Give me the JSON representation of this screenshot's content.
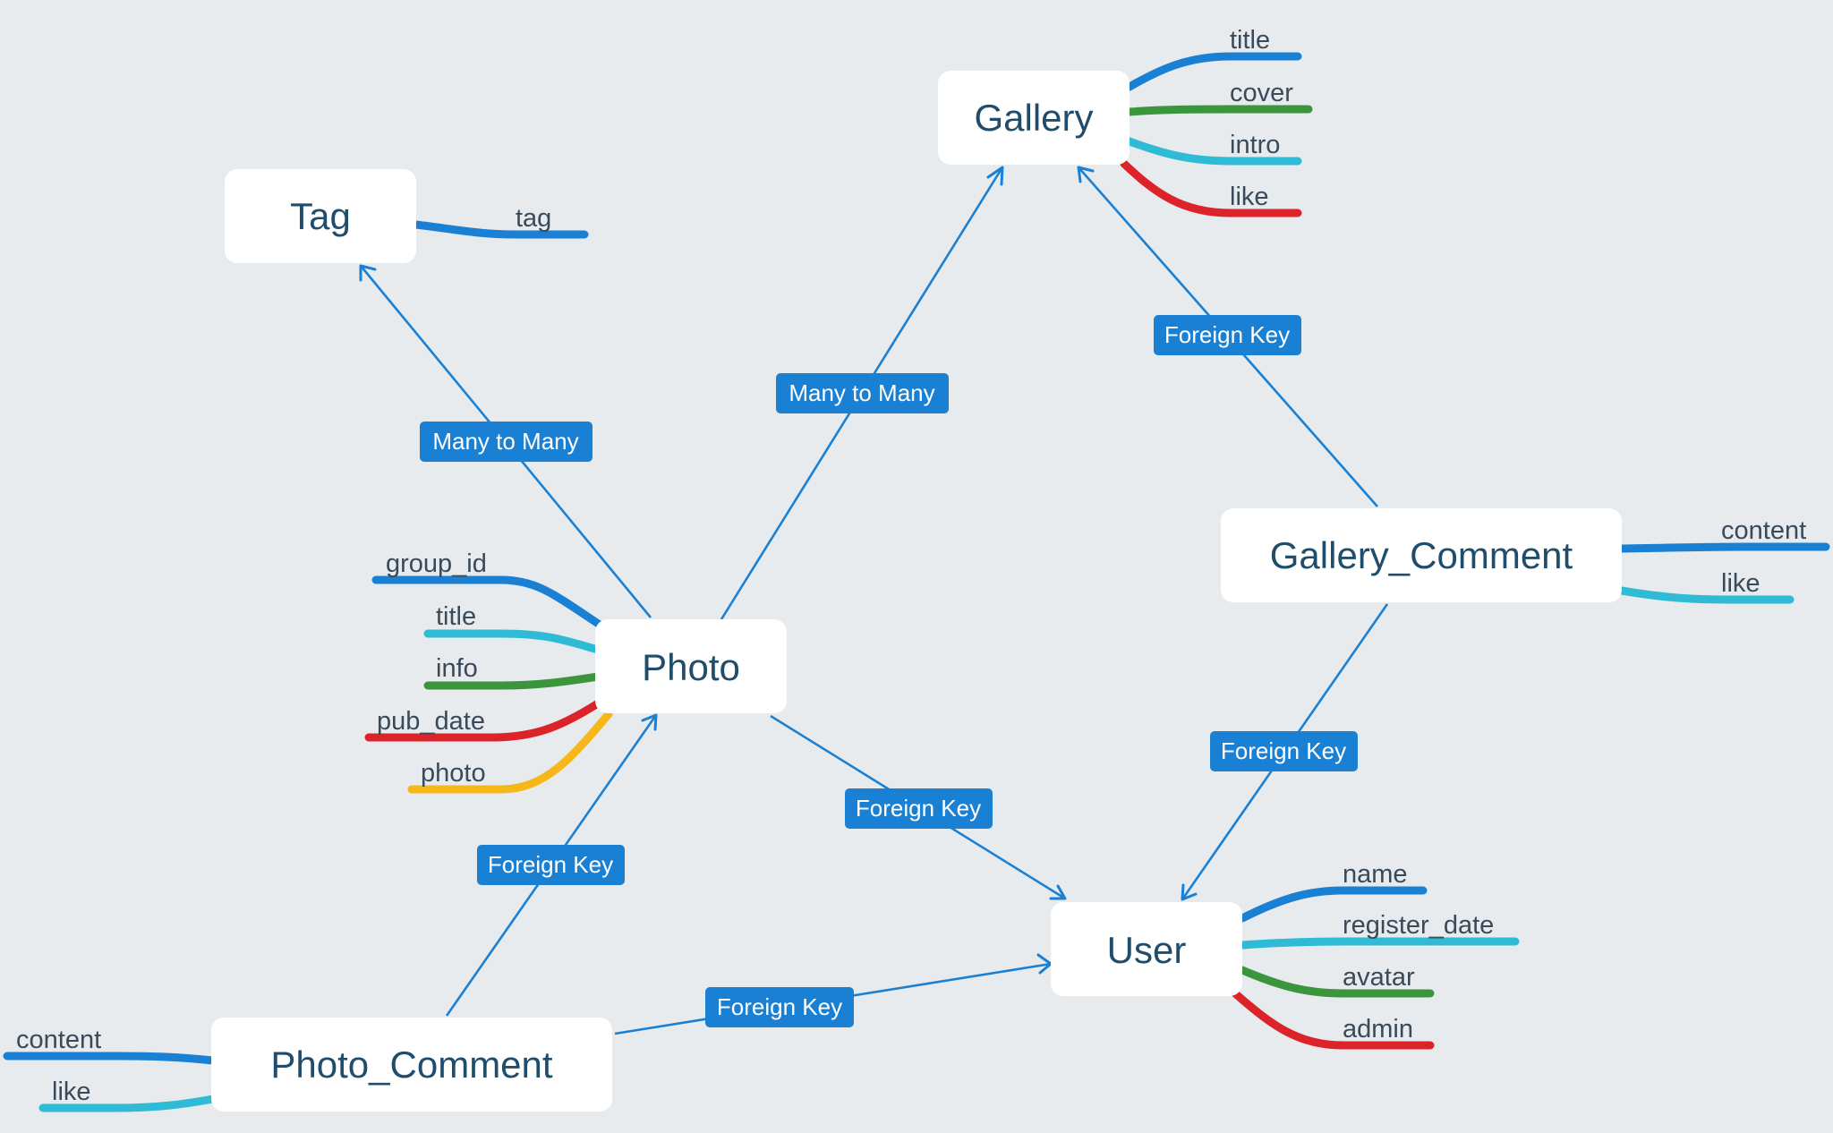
{
  "colors": {
    "background": "#e8ebee",
    "node_fill": "#ffffff",
    "node_text": "#1f4d6b",
    "edge": "#1a80d4",
    "label_fill": "#1a80d4",
    "field_blue": "#1a80d4",
    "field_cyan": "#2fbad6",
    "field_green": "#3a953c",
    "field_red": "#dd232a",
    "field_yellow": "#f7b718"
  },
  "nodes": {
    "gallery": {
      "label": "Gallery",
      "fields": [
        {
          "name": "title",
          "color": "#1a80d4"
        },
        {
          "name": "cover",
          "color": "#3a953c"
        },
        {
          "name": "intro",
          "color": "#2fbad6"
        },
        {
          "name": "like",
          "color": "#dd232a"
        }
      ]
    },
    "tag": {
      "label": "Tag",
      "fields": [
        {
          "name": "tag",
          "color": "#1a80d4"
        }
      ]
    },
    "photo": {
      "label": "Photo",
      "fields": [
        {
          "name": "group_id",
          "color": "#1a80d4"
        },
        {
          "name": "title",
          "color": "#2fbad6"
        },
        {
          "name": "info",
          "color": "#3a953c"
        },
        {
          "name": "pub_date",
          "color": "#dd232a"
        },
        {
          "name": "photo",
          "color": "#f7b718"
        }
      ]
    },
    "gallery_comment": {
      "label": "Gallery_Comment",
      "fields": [
        {
          "name": "content",
          "color": "#1a80d4"
        },
        {
          "name": "like",
          "color": "#2fbad6"
        }
      ]
    },
    "user": {
      "label": "User",
      "fields": [
        {
          "name": "name",
          "color": "#1a80d4"
        },
        {
          "name": "register_date",
          "color": "#2fbad6"
        },
        {
          "name": "avatar",
          "color": "#3a953c"
        },
        {
          "name": "admin",
          "color": "#dd232a"
        }
      ]
    },
    "photo_comment": {
      "label": "Photo_Comment",
      "fields": [
        {
          "name": "content",
          "color": "#1a80d4"
        },
        {
          "name": "like",
          "color": "#2fbad6"
        }
      ]
    }
  },
  "relations": [
    {
      "id": "photo-tag",
      "from": "Photo",
      "to": "Tag",
      "label": "Many to Many"
    },
    {
      "id": "photo-gallery",
      "from": "Photo",
      "to": "Gallery",
      "label": "Many to Many"
    },
    {
      "id": "gallerycomment-gallery",
      "from": "Gallery_Comment",
      "to": "Gallery",
      "label": "Foreign Key"
    },
    {
      "id": "gallerycomment-user",
      "from": "Gallery_Comment",
      "to": "User",
      "label": "Foreign Key"
    },
    {
      "id": "photo-user",
      "from": "Photo",
      "to": "User",
      "label": "Foreign Key"
    },
    {
      "id": "photocomment-photo",
      "from": "Photo_Comment",
      "to": "Photo",
      "label": "Foreign Key"
    },
    {
      "id": "photocomment-user",
      "from": "Photo_Comment",
      "to": "User",
      "label": "Foreign Key"
    }
  ]
}
